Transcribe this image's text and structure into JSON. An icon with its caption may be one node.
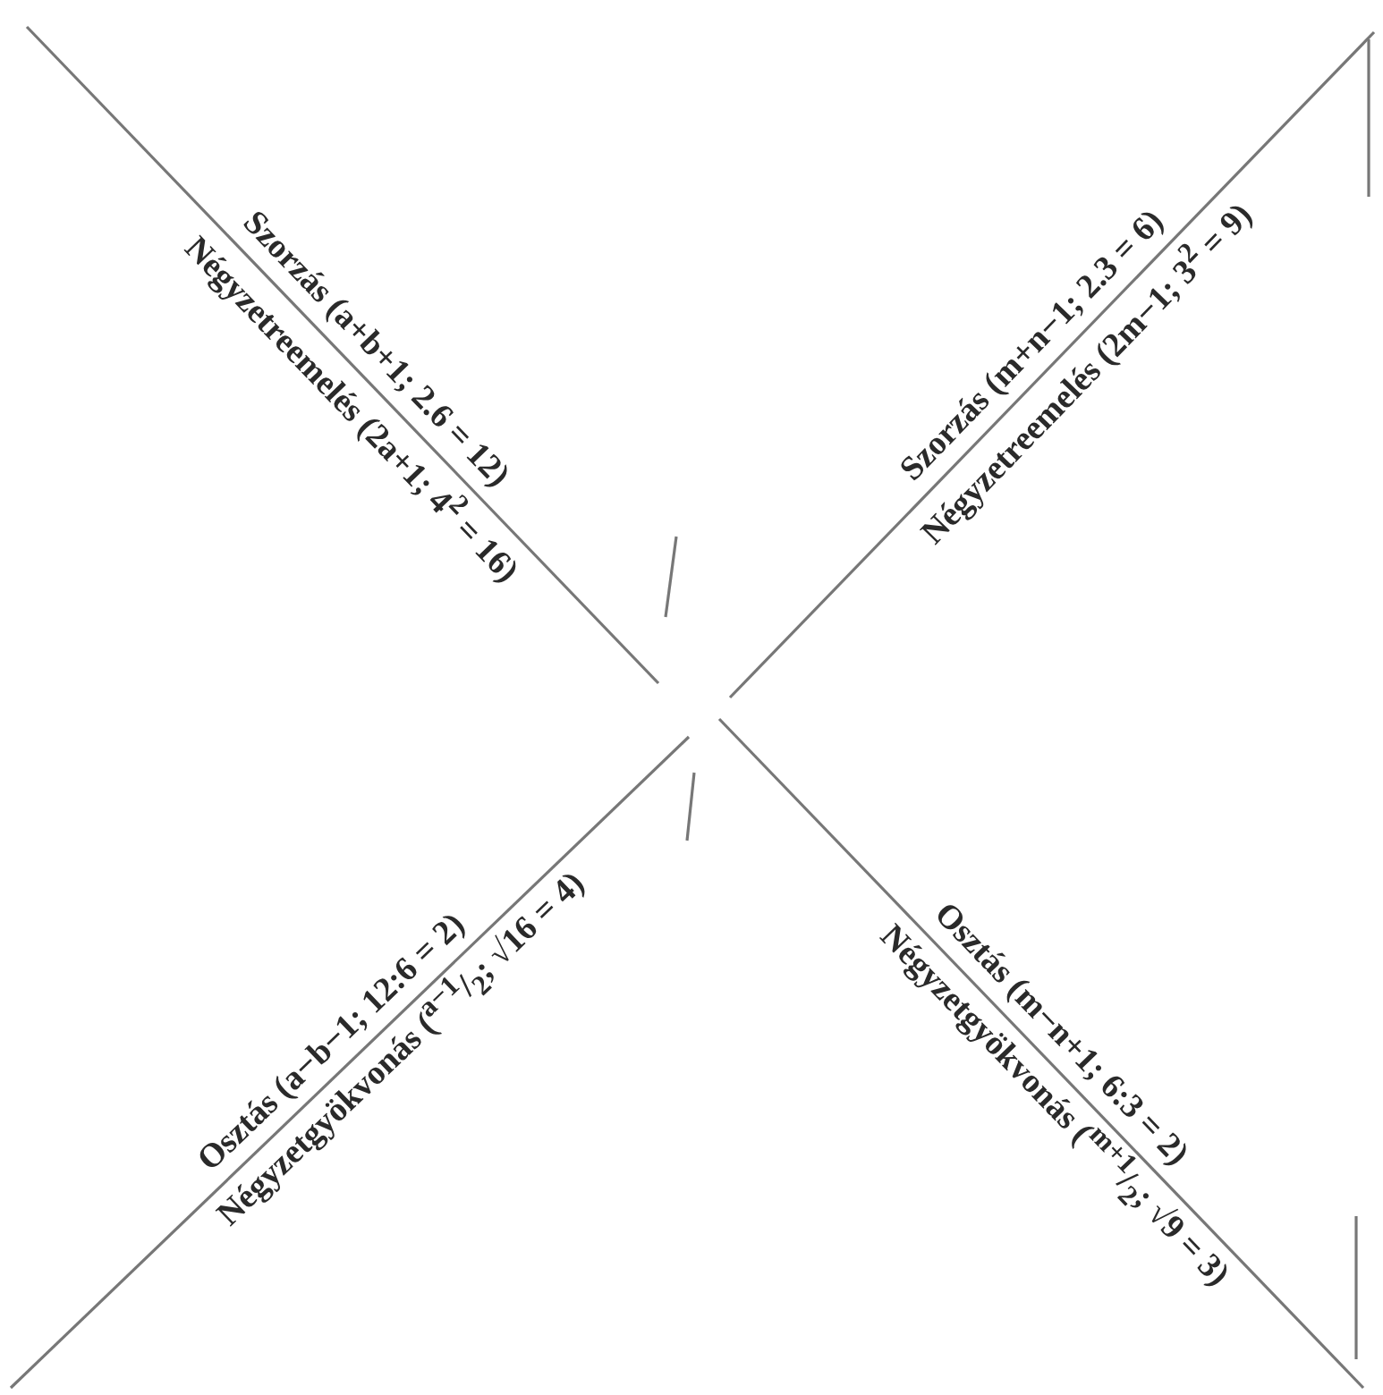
{
  "diagram": {
    "labels": [
      "Szorzás (a+b+1; 2.6 = 12)",
      "Szorzás (m+n−1; 2.3 = 6)",
      "Négyzetreemelés (2a+1; 4$^{2}$ = 16)",
      "Négyzetreemelés (2m−1; 3$^{2}$ = 9)",
      "Osztás (m−n+1; 6:3 = 2)",
      "Osztás (a−b−1; 12:6 = 2)",
      "Négyzetgyökvonás ($^{m+1}$/$_{2}$; √9 = 3)",
      "Négyzetgyökvonás ($^{a−1}$/$_{2}$; √16 = 4)"
    ]
  }
}
